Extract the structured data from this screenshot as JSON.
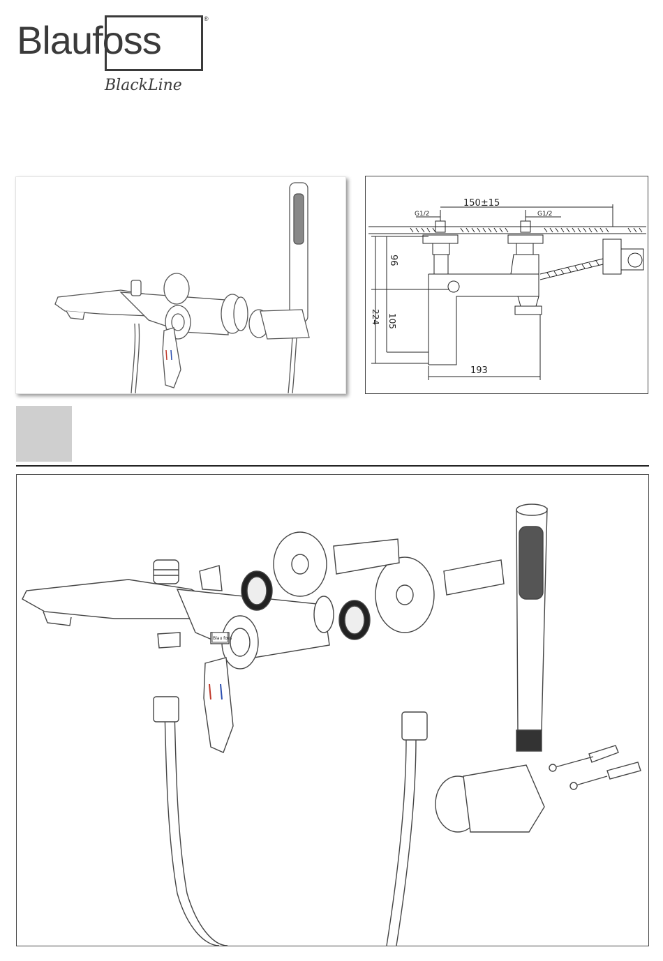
{
  "logo": {
    "brand": "Blaufoss",
    "registered": "®",
    "subline": "BlackLine"
  },
  "dimensions": {
    "inlet_spacing": "150±15",
    "thread_left": "G1/2",
    "thread_right": "G1/2",
    "height_total": "224",
    "height_upper": "96",
    "height_lower": "105",
    "spout_length": "193"
  },
  "parts": {
    "faucet_badge": "Blau foss"
  },
  "colors": {
    "line": "#333333",
    "panel_gray": "#cfcfcf",
    "hot_mark": "#c0392b",
    "cold_mark": "#2c4fb0"
  }
}
